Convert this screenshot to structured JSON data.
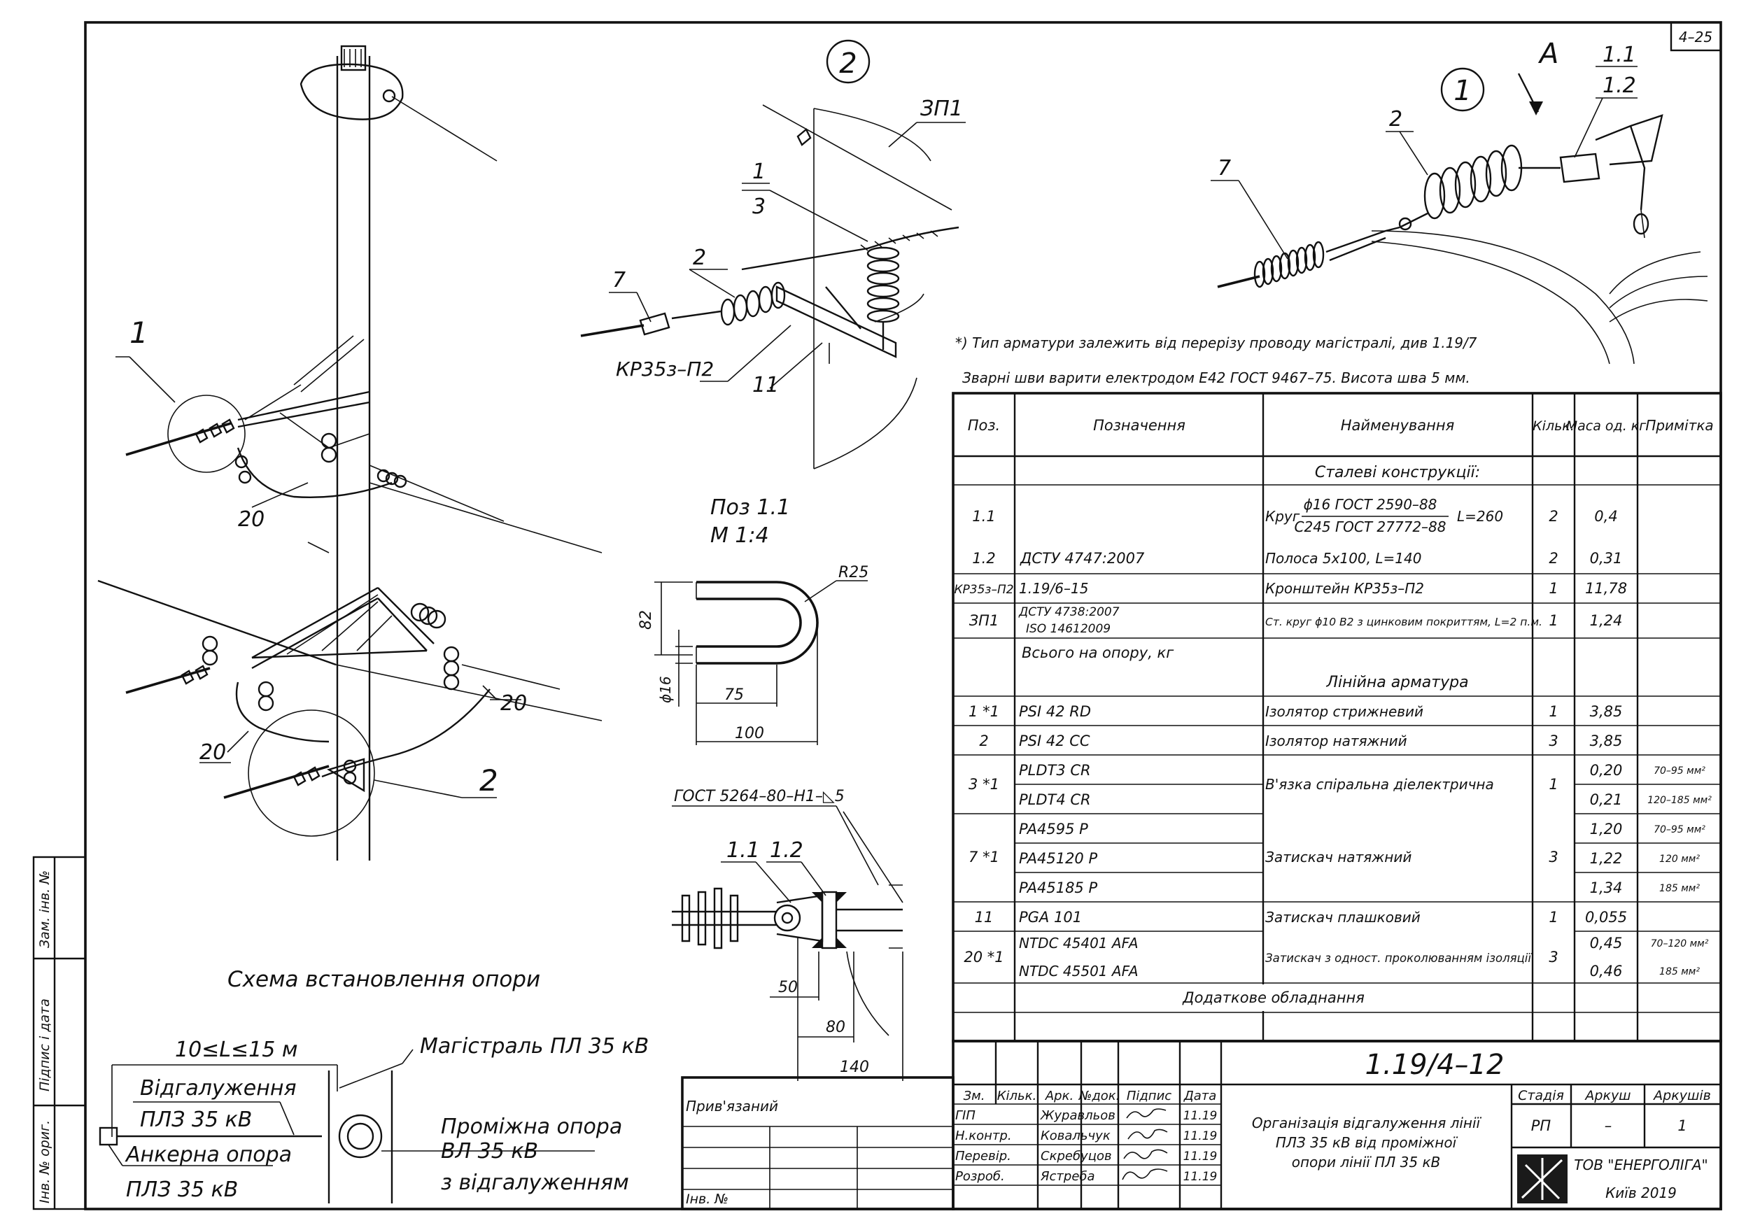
{
  "sheet_code": "4–25",
  "notes": {
    "fittings_type": "*) Тип арматури залежить від перерізу проводу магістралі, див 1.19/7",
    "welds": "Зварні шви варити електродом Е42 ГОСТ 9467–75. Висота шва 5 мм."
  },
  "detail_callouts": {
    "view_a": "А",
    "node_1": "1",
    "node_2": "2",
    "label_11": "1.1",
    "label_12": "1.2",
    "label_2": "2",
    "label_7": "7",
    "d2_zp1": "ЗП1",
    "d2_1": "1",
    "d2_3": "3",
    "d2_2": "2",
    "d2_7": "7",
    "d2_kr": "КР35з–П2",
    "d2_11": "11"
  },
  "scheme_callouts": {
    "c1": "1",
    "c20a": "20",
    "c20b": "20",
    "c20c": "20",
    "c2": "2",
    "caption": "Схема встановлення опори"
  },
  "part_11": {
    "title": "Поз 1.1",
    "scale": "М 1:4",
    "r": "R25",
    "h": "82",
    "d": "ϕ16",
    "l1": "75",
    "l2": "100"
  },
  "weld_view": {
    "gost": "ГОСТ 5264–80–Н1–◺5",
    "l11": "1.1",
    "l12": "1.2",
    "d50": "50",
    "d80": "80",
    "d140": "140"
  },
  "plan_scheme": {
    "length": "10≤L≤15 м",
    "branch_title": "Відгалуження",
    "branch_line": "ПЛЗ 35 кВ",
    "anchor_title": "Анкерна опора",
    "anchor_line": "ПЛЗ 35 кВ",
    "main_line": "Магістраль ПЛ 35 кВ",
    "inter_1": "Проміжна опора",
    "inter_2": "ВЛ 35 кВ",
    "inter_3": "з відгалуженням"
  },
  "side_stamp": [
    "Інв. № ориг.",
    "Підпис і дата",
    "Зам. інв. №"
  ],
  "spec_table": {
    "headers": [
      "Поз.",
      "Позначення",
      "Найменування",
      "Кільк.",
      "Маса од. кг",
      "Примітка"
    ],
    "sections": {
      "steel": "Сталеві конструкції:",
      "fittings": "Лінійна арматура",
      "extra": "Додаткове обладнання",
      "total": "Всього на опору, кг"
    },
    "rows": {
      "r11": {
        "pos": "1.1",
        "des": "",
        "name1": "ϕ16 ГОСТ 2590–88",
        "name2": "С245 ГОСТ 27772–88",
        "name_pre": "Круг",
        "name_post": "L=260",
        "qty": "2",
        "mass": "0,4",
        "note": ""
      },
      "r12": {
        "pos": "1.2",
        "des": "ДСТУ 4747:2007",
        "name": "Полоса 5х100, L=140",
        "qty": "2",
        "mass": "0,31",
        "note": ""
      },
      "rkr": {
        "pos": "КР35з–П2",
        "des": "1.19/6–15",
        "name": "Кронштейн КР35з–П2",
        "qty": "1",
        "mass": "11,78",
        "note": ""
      },
      "rzp": {
        "pos": "ЗП1",
        "des1": "ДСТУ 4738:2007",
        "des2": "ISO 14612009",
        "name": "Ст. круг ϕ10 В2 з цинковим покриттям, L=2 п.м.",
        "qty": "1",
        "mass": "1,24",
        "note": ""
      },
      "r1": {
        "pos": "1 *1",
        "des": "PSI 42 RD",
        "name": "Ізолятор стрижневий",
        "qty": "1",
        "mass": "3,85",
        "note": ""
      },
      "r2": {
        "pos": "2",
        "des": "PSI 42 CC",
        "name": "Ізолятор натяжний",
        "qty": "3",
        "mass": "3,85",
        "note": ""
      },
      "r3": {
        "pos": "3 *1",
        "name": "В'язка спіральна діелектрична",
        "qty": "1",
        "items": [
          {
            "des": "PLDT3 CR",
            "mass": "0,20",
            "note": "70–95 мм²"
          },
          {
            "des": "PLDT4 CR",
            "mass": "0,21",
            "note": "120–185 мм²"
          }
        ]
      },
      "r7": {
        "pos": "7 *1",
        "name": "Затискач натяжний",
        "qty": "3",
        "items": [
          {
            "des": "PA4595 P",
            "mass": "1,20",
            "note": "70–95 мм²"
          },
          {
            "des": "PA45120 P",
            "mass": "1,22",
            "note": "120 мм²"
          },
          {
            "des": "PA45185 P",
            "mass": "1,34",
            "note": "185 мм²"
          }
        ]
      },
      "r11b": {
        "pos": "11",
        "des": "PGA 101",
        "name": "Затискач плашковий",
        "qty": "1",
        "mass": "0,055",
        "note": ""
      },
      "r20": {
        "pos": "20 *1",
        "name": "Затискач з одност. проколюванням ізоляції",
        "qty": "3",
        "items": [
          {
            "des": "NTDC 45401 AFA",
            "mass": "0,45",
            "note": "70–120 мм²"
          },
          {
            "des": "NTDC 45501 AFA",
            "mass": "0,46",
            "note": "185 мм²"
          }
        ]
      }
    }
  },
  "title_block": {
    "drawing_no": "1.19/4–12",
    "attached": "Прив'язаний",
    "inv": "Інв. №",
    "col_headers": [
      "Зм.",
      "Кільк.",
      "Арк.",
      "№док.",
      "Підпис",
      "Дата"
    ],
    "people": [
      {
        "role": "ГІП",
        "name": "Журавльов",
        "date": "11.19"
      },
      {
        "role": "Н.контр.",
        "name": "Ковальчук",
        "date": "11.19"
      },
      {
        "role": "Перевір.",
        "name": "Скребуцов",
        "date": "11.19"
      },
      {
        "role": "Розроб.",
        "name": "Ястреба",
        "date": "11.19"
      }
    ],
    "title_1": "Організація відгалуження лінії",
    "title_2": "ПЛЗ 35 кВ від проміжної",
    "title_3": "опори лінії ПЛ 35 кВ",
    "stage_h": "Стадія",
    "sheet_h": "Аркуш",
    "sheets_h": "Аркушів",
    "stage": "РП",
    "sheet": "–",
    "sheets": "1",
    "company": "ТОВ \"ЕНЕРГОЛІГА\"",
    "city": "Київ 2019"
  }
}
